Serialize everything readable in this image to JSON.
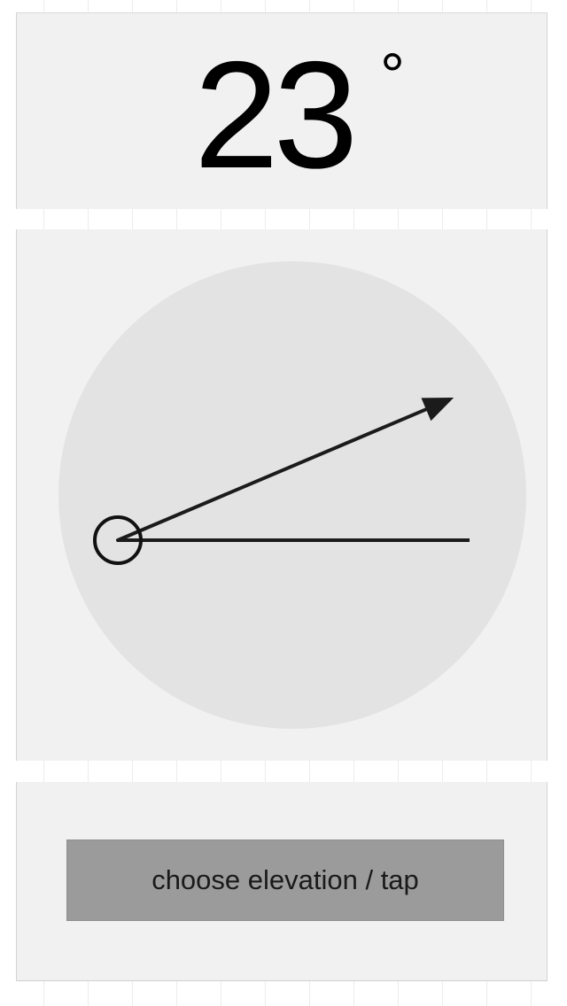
{
  "readout": {
    "angle_value": "23",
    "degree_symbol": "°"
  },
  "dial": {
    "elevation_degrees": 23,
    "icons": [
      "pivot-circle-icon",
      "baseline",
      "direction-arrow-icon"
    ],
    "colors": {
      "dial_fill": "#e3e3e3",
      "stroke": "#1b1b1b",
      "panel_bg": "#f1f1f1"
    }
  },
  "action": {
    "button_label": "choose elevation / tap",
    "button_color": "#9b9b9b"
  }
}
